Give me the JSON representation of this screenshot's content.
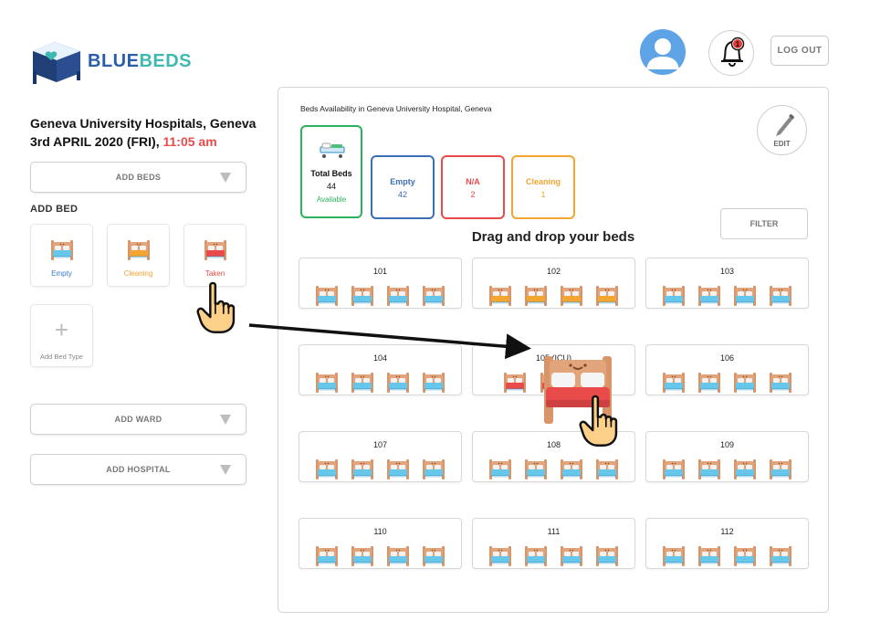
{
  "brand": {
    "name_part1": "BLUE",
    "name_part2": "BEDS"
  },
  "header": {
    "notification_count": "1",
    "logout_label": "LOG OUT",
    "icons": [
      "bed-logo-icon",
      "user-avatar-icon",
      "bell-icon"
    ]
  },
  "hospital": {
    "name": "Geneva University Hospitals, Geneva",
    "date": "3rd APRIL 2020 (FRI), ",
    "time": "11:05 am"
  },
  "left_panel": {
    "add_beds_dropdown": "ADD BEDS",
    "add_bed_title": "ADD BED",
    "bed_types": [
      {
        "label": "Empty",
        "color": "#3a7bd5"
      },
      {
        "label": "Cleaning",
        "color": "#f2a531"
      },
      {
        "label": "Taken",
        "color": "#e94b4b"
      }
    ],
    "add_bed_type_label": "Add Bed Type",
    "add_ward_dropdown": "ADD WARD",
    "add_hospital_dropdown": "ADD HOSPITAL"
  },
  "availability": {
    "title": "Beds Availability in Geneva University Hospital, Geneva",
    "stats": [
      {
        "label": "Total Beds",
        "value": "44",
        "sub": "Available",
        "color": "#2bb35a"
      },
      {
        "label": "Empty",
        "value": "42",
        "color": "#3a6fb5"
      },
      {
        "label": "N/A",
        "value": "2",
        "color": "#e94b4b"
      },
      {
        "label": "Cleaning",
        "value": "1",
        "color": "#f2a531"
      }
    ],
    "edit_label": "EDIT",
    "filter_label": "FILTER",
    "drag_title": "Drag and drop your beds"
  },
  "wards": [
    {
      "number": "101",
      "beds": [
        "empty",
        "empty",
        "empty",
        "empty"
      ]
    },
    {
      "number": "102",
      "beds": [
        "cleaning",
        "cleaning",
        "cleaning",
        "cleaning"
      ]
    },
    {
      "number": "103",
      "beds": [
        "empty",
        "empty",
        "empty",
        "empty"
      ]
    },
    {
      "number": "104",
      "beds": [
        "empty",
        "empty",
        "empty",
        "empty"
      ]
    },
    {
      "number": "105 (ICU)",
      "beds": [
        "taken",
        "taken"
      ]
    },
    {
      "number": "106",
      "beds": [
        "empty",
        "empty",
        "empty",
        "empty"
      ]
    },
    {
      "number": "107",
      "beds": [
        "empty",
        "empty",
        "empty",
        "empty"
      ]
    },
    {
      "number": "108",
      "beds": [
        "empty",
        "empty",
        "empty",
        "empty"
      ]
    },
    {
      "number": "109",
      "beds": [
        "empty",
        "empty",
        "empty",
        "empty"
      ]
    },
    {
      "number": "110",
      "beds": [
        "empty",
        "empty",
        "empty",
        "empty"
      ]
    },
    {
      "number": "111",
      "beds": [
        "empty",
        "empty",
        "empty",
        "empty"
      ]
    },
    {
      "number": "112",
      "beds": [
        "empty",
        "empty",
        "empty",
        "empty"
      ]
    }
  ],
  "colors": {
    "empty": "#67c7ea",
    "cleaning": "#f2a531",
    "taken": "#e94b4b",
    "frame": "#d9956a"
  }
}
